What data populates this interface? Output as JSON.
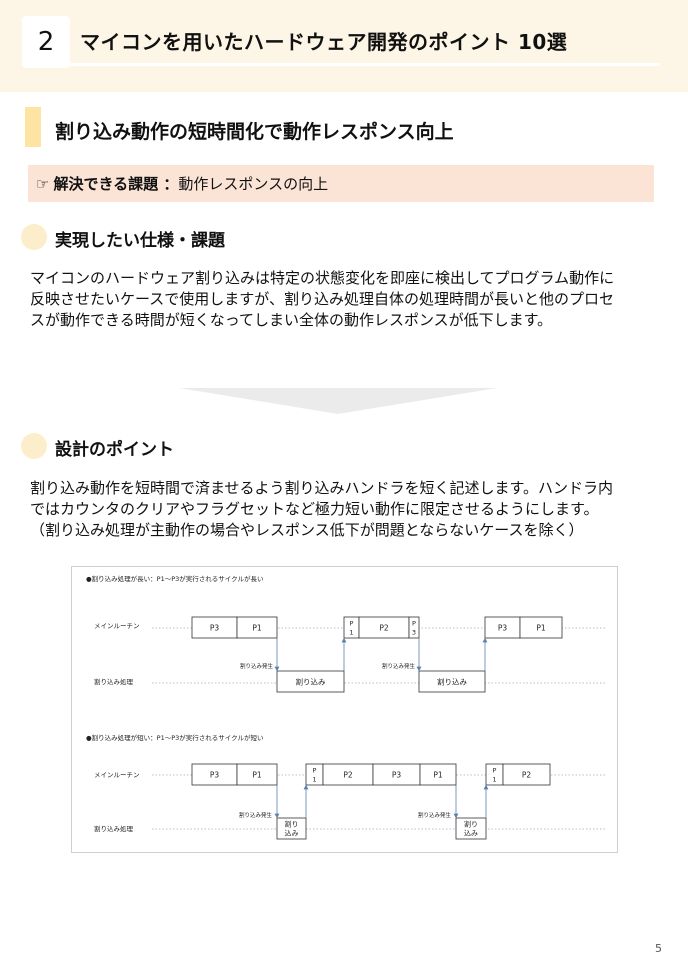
{
  "header": {
    "number": "2",
    "title": "マイコンを用いたハードウェア開発のポイント 10選"
  },
  "section": {
    "title": "割り込み動作の短時間化で動作レスポンス向上"
  },
  "issue": {
    "hand": "☞",
    "label": "解決できる課題 ：",
    "text": "動作レスポンスの向上"
  },
  "spec": {
    "heading": "実現したい仕様・課題",
    "lines": [
      "マイコンのハードウェア割り込みは特定の状態変化を即座に検出してプログラム動作に",
      "反映させたいケースで使用しますが、割り込み処理自体の処理時間が長いと他のプロセ",
      "スが動作できる時間が短くなってしまい全体の動作レスポンスが低下します。"
    ]
  },
  "design": {
    "heading": "設計のポイント",
    "lines": [
      "割り込み動作を短時間で済ませるよう割り込みハンドラを短く記述します。ハンドラ内",
      "ではカウンタのクリアやフラグセットなど極力短い動作に限定させるようにします。",
      "（割り込み処理が主動作の場合やレスポンス低下が問題とならないケースを除く）"
    ]
  },
  "diagram": {
    "top_caption": "●割り込み処理が長い：P1～P3が実行されるサイクルが長い",
    "bottom_caption": "●割り込み処理が短い：P1～P3が実行されるサイクルが短い",
    "row_main": "メインルーチン",
    "row_interrupt": "割り込み処理",
    "trigger": "割り込み発生",
    "labels": {
      "p1": "P1",
      "p2": "P2",
      "p3": "P3",
      "p_small": "P",
      "one": "1",
      "three": "3",
      "interrupt_long": "割り込み",
      "interrupt_short_1": "割り",
      "interrupt_short_2": "込み"
    }
  },
  "page_number": "5"
}
